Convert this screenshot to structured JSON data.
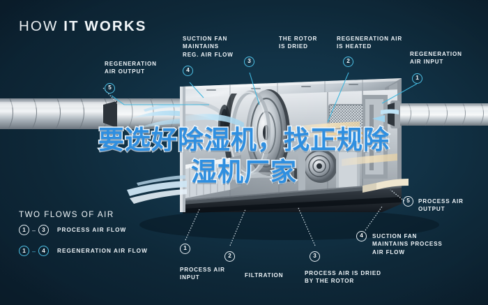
{
  "page": {
    "title_light": "HOW ",
    "title_bold": "IT WORKS",
    "title_full": "HOW IT WORKS"
  },
  "colors": {
    "background_dark": "#0b2130",
    "background_mid": "#16303f",
    "accent_cyan": "#4fc3e8",
    "leader_cyan": "#3fb6de",
    "text_white": "#eef4f8",
    "watermark_fill": "#2f8fe0",
    "watermark_stroke": "#eef6fc",
    "airflow_blue": "#9fd8f2"
  },
  "watermark": {
    "line1": "要选好除湿机，找正规除",
    "line2": "湿机厂家"
  },
  "callouts": [
    {
      "id": "regeneration-air-output",
      "number": "5",
      "style": "cyan",
      "label": "REGENERATION\nAIR OUTPUT"
    },
    {
      "id": "suction-fan-reg",
      "number": "4",
      "style": "cyan",
      "label": "SUCTION FAN\nMAINTAINS\nREG. AIR FLOW"
    },
    {
      "id": "rotor-is-dried",
      "number": "3",
      "style": "cyan",
      "label": "THE ROTOR\nIS DRIED"
    },
    {
      "id": "regeneration-air-heated",
      "number": "2",
      "style": "cyan",
      "label": "REGENERATION AIR\nIS HEATED"
    },
    {
      "id": "regeneration-air-input",
      "number": "1",
      "style": "cyan",
      "label": "REGENERATION\nAIR INPUT"
    },
    {
      "id": "process-air-output",
      "number": "5",
      "style": "white",
      "label": "PROCESS AIR\nOUTPUT"
    },
    {
      "id": "suction-fan-process",
      "number": "4",
      "style": "white",
      "label": "SUCTION FAN\nMAINTAINS PROCESS\nAIR FLOW"
    },
    {
      "id": "process-air-dried",
      "number": "3",
      "style": "white",
      "label": "PROCESS AIR IS DRIED\nBY THE ROTOR"
    },
    {
      "id": "filtration",
      "number": "2",
      "style": "white",
      "label": "FILTRATION"
    },
    {
      "id": "process-air-input",
      "number": "1",
      "style": "white",
      "label": "PROCESS AIR\nINPUT"
    }
  ],
  "legend": {
    "heading": "TWO FLOWS OF AIR",
    "rows": [
      {
        "from": "1",
        "dash": "–",
        "to": "3",
        "text": "PROCESS AIR FLOW",
        "style": "white"
      },
      {
        "from": "1",
        "dash": "–",
        "to": "4",
        "text": "REGENERATION AIR FLOW",
        "style": "cyan"
      }
    ]
  }
}
